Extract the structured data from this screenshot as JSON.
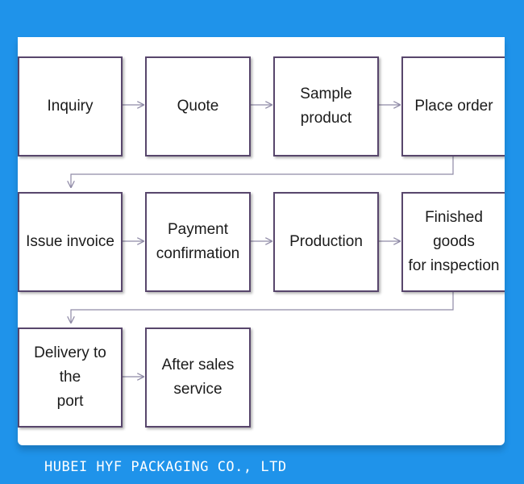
{
  "steps": [
    {
      "id": "inquiry",
      "label": "Inquiry"
    },
    {
      "id": "quote",
      "label": "Quote"
    },
    {
      "id": "sample-product",
      "label": "Sample\nproduct"
    },
    {
      "id": "place-order",
      "label": "Place order"
    },
    {
      "id": "issue-invoice",
      "label": "Issue invoice"
    },
    {
      "id": "payment-confirmation",
      "label": "Payment\nconfirmation"
    },
    {
      "id": "production",
      "label": "Production"
    },
    {
      "id": "finished-goods",
      "label": "Finished goods\nfor inspection"
    },
    {
      "id": "delivery-to-port",
      "label": "Delivery to the\nport"
    },
    {
      "id": "after-sales-service",
      "label": "After sales\nservice"
    }
  ],
  "connector_color": "#8f8aa6",
  "box_border_color": "#58466c",
  "background_color": "#1f93ea",
  "footer": {
    "company": "HUBEI HYF PACKAGING CO., LTD"
  }
}
